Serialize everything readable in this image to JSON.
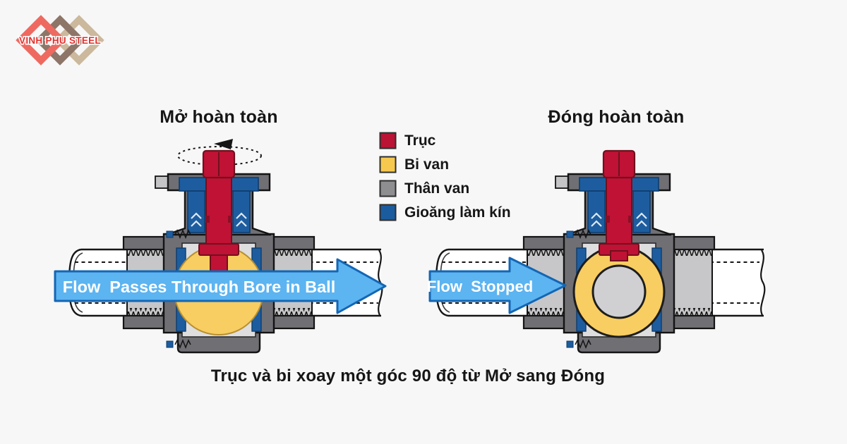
{
  "logo": {
    "text": "VINH PHU STEEL",
    "text_color": "#e0312e",
    "diamond_colors": [
      "#ee6a60",
      "#8d7568",
      "#ccb89c"
    ]
  },
  "titles": {
    "left": "Mở hoàn toàn",
    "right": "Đóng hoàn toàn"
  },
  "legend": {
    "items": [
      {
        "label": "Trục",
        "color": "#ba1334"
      },
      {
        "label": "Bi van",
        "color": "#f6c84e"
      },
      {
        "label": "Thân van",
        "color": "#8e8e91"
      },
      {
        "label": "Gioăng làm kín",
        "color": "#1b5c9e"
      }
    ]
  },
  "flow_arrows": {
    "left_label": "Flow  Passes Through Bore in Ball",
    "right_label": "Flow  Stopped",
    "fill": "#5cb4f1",
    "stroke": "#1466b3",
    "label_color": "#ffffff"
  },
  "caption": "Trục và bi xoay một góc 90 độ từ Mở sang Đóng",
  "diagram_colors": {
    "valve_body": "#6f6f74",
    "threads": "#c7c7c9",
    "cavity": "#dedede",
    "ball": "#f8cd61",
    "ball_bore": "#d0d0d3",
    "stem_red": "#c01234",
    "seal_blue": "#1d5d9f",
    "pipe": "#ffffff",
    "outline": "#161616",
    "background": "#f7f7f7"
  }
}
